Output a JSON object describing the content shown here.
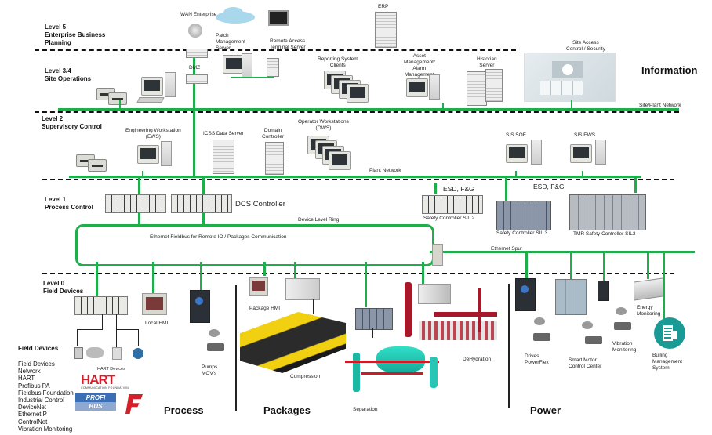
{
  "levels": {
    "level5": [
      "Level 5",
      "Enterprise Business",
      "Planning"
    ],
    "level34": [
      "Level 3/4",
      "Site Operations"
    ],
    "level2": [
      "Level 2",
      "Supervisory Control"
    ],
    "level1": [
      "Level 1",
      "Process Control"
    ],
    "level0": [
      "Level 0",
      "Field Devices"
    ]
  },
  "top": {
    "wan": "WAN Enterprise",
    "patch": [
      "Patch",
      "Management",
      "Server"
    ],
    "remote": [
      "Remote Access",
      "Terminal Server"
    ],
    "erp": "ERP",
    "dmz": "DMZ",
    "reporting": [
      "Reporting System",
      "Clients"
    ],
    "asset": [
      "Asset",
      "Management/",
      "Alarm",
      "Management"
    ],
    "historian": [
      "Historian",
      "Server"
    ],
    "site_access": [
      "Site Access",
      "Control / Security"
    ],
    "information": "Information",
    "site_network": "Site/Plant Network"
  },
  "supervisory": {
    "ews": [
      "Engineering Workstation",
      "(EWS)"
    ],
    "icss": "ICSS Data Server",
    "domain": [
      "Domain",
      "Controller"
    ],
    "ows": [
      "Operator Workstations",
      "(OWS)"
    ],
    "plant_network": "Plant Network",
    "sis_soe": "SIS SOE",
    "sis_ews": "SIS EWS"
  },
  "control": {
    "dcs": "DCS Controller",
    "esd1": "ESD, F&G",
    "esd2": "ESD, F&G",
    "sil2": "Safety Controller SIL 2",
    "sil3": "Safety Controller SIL 3",
    "tmr": "TMR  Safety Controller SIL3",
    "device_ring": "Device Level Ring",
    "fieldbus": "Ethernet Fieldbus for Remote IO / Packages Communication",
    "spur": "Ethernet Spur"
  },
  "field": {
    "local_hmi": "Local HMI",
    "pumps": [
      "Pumps",
      "MOV's"
    ],
    "hart_devices": "HART Devices",
    "hart_logo": "HART",
    "hart_sub": "COMMUNICATION FOUNDATION",
    "profi_logo": "PROFI",
    "profi_sub": "BUS",
    "package_hmi": "Package HMI",
    "compression": "Compression",
    "separation": "Separation",
    "dehydration": "DeHydration",
    "drives": [
      "Drives",
      "PowerFlex"
    ],
    "smart_motor": [
      "Smart Motor",
      "Control Center"
    ],
    "vibration": [
      "Vibration",
      "Monitoring"
    ],
    "energy": [
      "Energy",
      "Monitoring"
    ],
    "building": [
      "Builing",
      "Management",
      "System"
    ]
  },
  "sections": {
    "process": "Process",
    "packages": "Packages",
    "power": "Power"
  },
  "legend": {
    "title": "Field Devices",
    "items": [
      "Field Devices",
      "Network",
      "HART",
      "Profibus PA",
      "Fieldbus Foundation",
      "Industrial Control",
      "DeviceNet",
      "EthernetIP",
      "ControlNet",
      "Vibration Monitoring"
    ]
  },
  "colors": {
    "network_green": "#1fae4b",
    "building_teal": "#1a9a94",
    "hart_red": "#d4202a",
    "profi_blue": "#3a6fb6"
  }
}
